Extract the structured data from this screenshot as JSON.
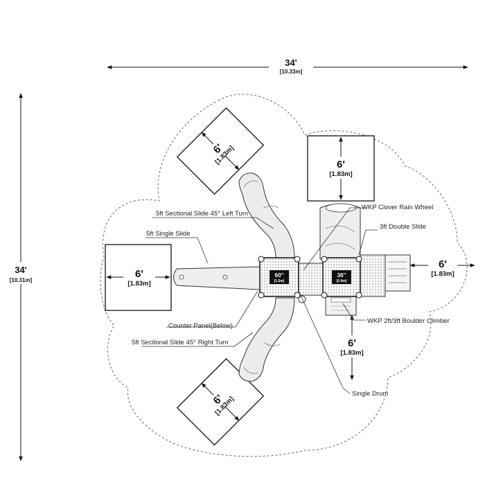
{
  "overall": {
    "width_ft": "34'",
    "width_m": "[10.33m]",
    "height_ft": "34'",
    "height_m": "[10.31m]"
  },
  "clearances": {
    "nw": {
      "ft": "6'",
      "m": "[1.83m]"
    },
    "n": {
      "ft": "6'",
      "m": "[1.83m]"
    },
    "w": {
      "ft": "6'",
      "m": "[1.83m]"
    },
    "e": {
      "ft": "6'",
      "m": "[1.83m]"
    },
    "s": {
      "ft": "6'",
      "m": "[1.83m]"
    },
    "sw": {
      "ft": "6'",
      "m": "[1.83m]"
    }
  },
  "platforms": {
    "left": {
      "height": "60''",
      "metric": "[1.5m]"
    },
    "right": {
      "height": "36''",
      "metric": "[0.9m]"
    }
  },
  "components": {
    "slide_45_left": "5ft Sectional Slide 45° Left Turn",
    "single_slide": "5ft Single Slide",
    "counter_panel": "Counter Panel(Below)",
    "slide_45_right": "5ft Sectional Slide 45° Right Turn",
    "clover_rain_wheel": "WKP Clover Rain Wheel",
    "double_slide": "3ft Double Slide",
    "boulder_climber": "WKP 2ft/3ft Boulder Climber",
    "single_drum": "Single Drum"
  }
}
